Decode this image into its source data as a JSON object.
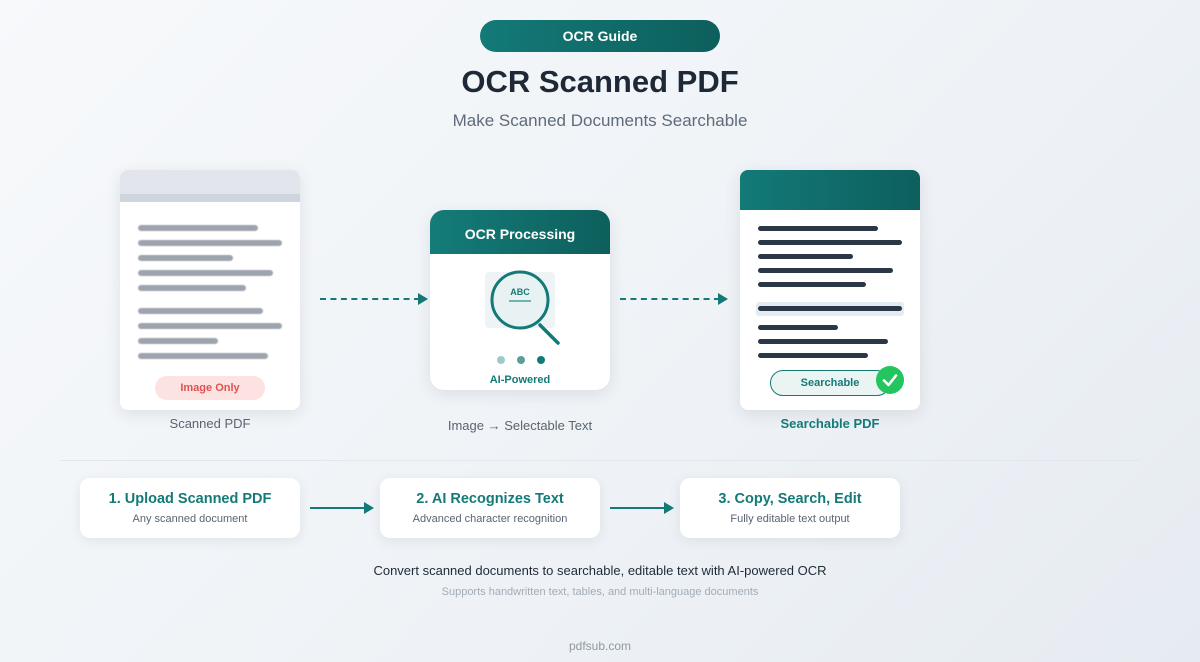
{
  "badge": "OCR Guide",
  "title": "OCR Scanned PDF",
  "subtitle": "Make Scanned Documents Searchable",
  "scanned": {
    "tag": "Image Only",
    "caption": "Scanned PDF"
  },
  "ocr": {
    "header": "OCR Processing",
    "icon_text": "ABC",
    "label": "AI-Powered",
    "caption": "Image → Selectable Text"
  },
  "searchable": {
    "tag": "Searchable",
    "caption": "Searchable PDF"
  },
  "steps": [
    {
      "title": "1. Upload Scanned PDF",
      "subtitle": "Any scanned document"
    },
    {
      "title": "2. AI Recognizes Text",
      "subtitle": "Advanced character recognition"
    },
    {
      "title": "3. Copy, Search, Edit",
      "subtitle": "Fully editable text output"
    }
  ],
  "description": "Convert scanned documents to searchable, editable text with AI-powered OCR",
  "note": "Supports handwritten text, tables, and multi-language documents",
  "footer": "pdfsub.com",
  "colors": {
    "brand": "#137a78",
    "success": "#22c55e",
    "warning_text": "#e05252"
  }
}
